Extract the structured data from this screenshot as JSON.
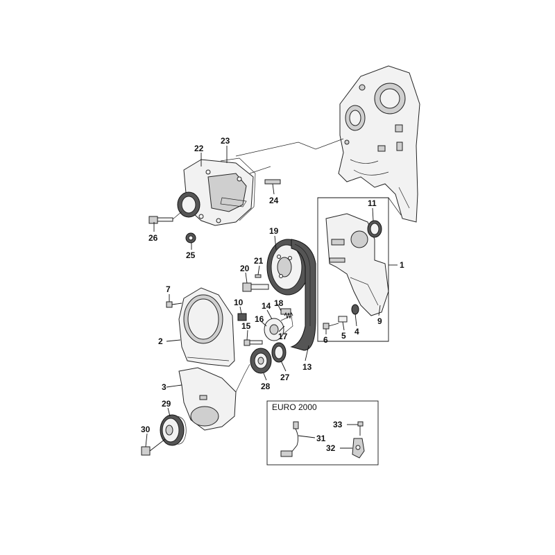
{
  "callouts": [
    {
      "id": "c1",
      "text": "1"
    },
    {
      "id": "c2",
      "text": "2"
    },
    {
      "id": "c3",
      "text": "3"
    },
    {
      "id": "c4",
      "text": "4"
    },
    {
      "id": "c5",
      "text": "5"
    },
    {
      "id": "c6",
      "text": "6"
    },
    {
      "id": "c7",
      "text": "7"
    },
    {
      "id": "c9",
      "text": "9"
    },
    {
      "id": "c10",
      "text": "10"
    },
    {
      "id": "c11",
      "text": "11"
    },
    {
      "id": "c13",
      "text": "13"
    },
    {
      "id": "c14",
      "text": "14"
    },
    {
      "id": "c15",
      "text": "15"
    },
    {
      "id": "c16",
      "text": "16"
    },
    {
      "id": "c17",
      "text": "17"
    },
    {
      "id": "c18",
      "text": "18"
    },
    {
      "id": "c19",
      "text": "19"
    },
    {
      "id": "c20",
      "text": "20"
    },
    {
      "id": "c21",
      "text": "21"
    },
    {
      "id": "c22",
      "text": "22"
    },
    {
      "id": "c23",
      "text": "23"
    },
    {
      "id": "c24",
      "text": "24"
    },
    {
      "id": "c25",
      "text": "25"
    },
    {
      "id": "c26",
      "text": "26"
    },
    {
      "id": "c27",
      "text": "27"
    },
    {
      "id": "c28",
      "text": "28"
    },
    {
      "id": "c29",
      "text": "29"
    },
    {
      "id": "c30",
      "text": "30"
    },
    {
      "id": "c31",
      "text": "31"
    },
    {
      "id": "c32",
      "text": "32"
    },
    {
      "id": "c33",
      "text": "33"
    }
  ],
  "inset": {
    "title": "EURO 2000"
  }
}
